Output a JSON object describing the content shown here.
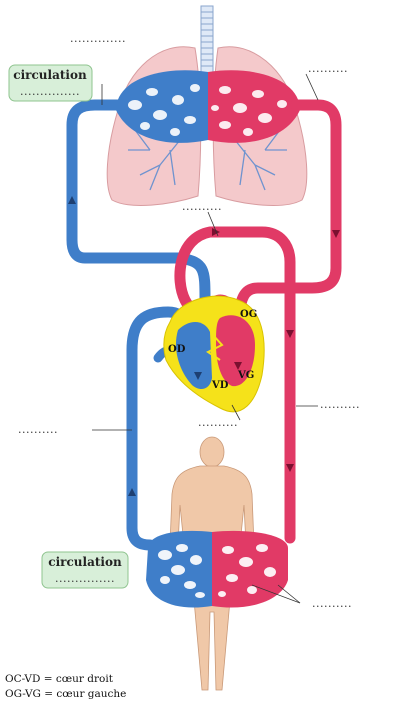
{
  "labels": {
    "lungs_top": "..............",
    "pulmonary_vein": "..........",
    "aorta_top": "..........",
    "heart_below": "..........",
    "artery_right": "..........",
    "vein_left": "..........",
    "capillaries_right": "..........",
    "box_top_title": "circulation",
    "box_top_dots": "...............",
    "box_bottom_title": "circulation",
    "box_bottom_dots": "..............."
  },
  "heart": {
    "og": "OG",
    "od": "OD",
    "vg": "VG",
    "vd": "VD"
  },
  "legend": {
    "line1": "OC-VD = cœur droit",
    "line2": "OG-VG = cœur gauche"
  },
  "colors": {
    "blue": "#3f7ec9",
    "blue_dark": "#2b5f9e",
    "red": "#e13a66",
    "red_dark": "#b8234b",
    "lung": "#f2c4c6",
    "yellow": "#f5e21a",
    "skin": "#f0c8a8",
    "box_fill": "#d8efd9",
    "box_border": "#8fc48f"
  }
}
